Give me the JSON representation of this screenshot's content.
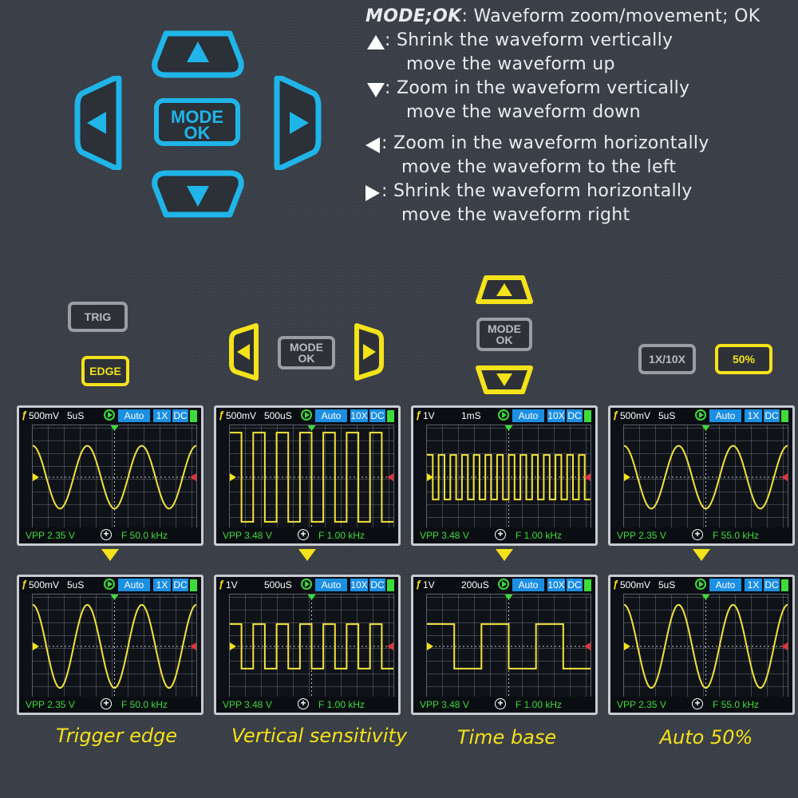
{
  "controls": {
    "mode_ok_line1": "MODE",
    "mode_ok_line2": "OK",
    "accent_blue": "#1fb5e8",
    "accent_yellow": "#f4e21a"
  },
  "legend": {
    "mode_key": "MODE;OK",
    "mode_desc": ":  Waveform zoom/movement; OK",
    "up_line1": ":  Shrink the waveform vertically",
    "up_line2": "move the waveform up",
    "down_line1": ":  Zoom in the waveform vertically",
    "down_line2": "move the waveform down",
    "left_line1": ":  Zoom in the waveform horizontally",
    "left_line2": "move the waveform to the left",
    "right_line1": ":  Shrink the waveform horizontally",
    "right_line2": "move the waveform right"
  },
  "buttons": {
    "trig": "TRIG",
    "edge": "EDGE",
    "mode1": "MODE",
    "ok1": "OK",
    "mode2": "MODE",
    "ok2": "OK",
    "probe": "1X/10X",
    "fifty": "50%"
  },
  "screens": [
    {
      "v": "500mV",
      "t": "5uS",
      "trig": "Auto",
      "probe": "1X",
      "cpl": "DC",
      "vpp": "VPP 2.35  V",
      "f": "F  50.0  kHz",
      "wave": "sine",
      "cycles": 3,
      "amp": 0.62
    },
    {
      "v": "500mV",
      "t": "500uS",
      "trig": "Auto",
      "probe": "10X",
      "cpl": "DC",
      "vpp": "VPP 3.48  V",
      "f": "F  1.00  kHz",
      "wave": "square",
      "cycles": 7,
      "amp": 0.88
    },
    {
      "v": "1V",
      "t": "1mS",
      "trig": "Auto",
      "probe": "10X",
      "cpl": "DC",
      "vpp": "VPP 3.48  V",
      "f": "F  1.00  kHz",
      "wave": "square",
      "cycles": 14,
      "amp": 0.44
    },
    {
      "v": "500mV",
      "t": "5uS",
      "trig": "Auto",
      "probe": "1X",
      "cpl": "DC",
      "vpp": "VPP 2.35  V",
      "f": "F  55.0  kHz",
      "wave": "sine",
      "cycles": 3,
      "amp": 0.62
    },
    {
      "v": "500mV",
      "t": "5uS",
      "trig": "Auto",
      "probe": "1X",
      "cpl": "DC",
      "vpp": "VPP 2.35  V",
      "f": "F  50.0  kHz",
      "wave": "sine",
      "cycles": 3,
      "amp": 0.82
    },
    {
      "v": "1V",
      "t": "500uS",
      "trig": "Auto",
      "probe": "10X",
      "cpl": "DC",
      "vpp": "VPP 3.48  V",
      "f": "F  1.00  kHz",
      "wave": "square",
      "cycles": 7,
      "amp": 0.44
    },
    {
      "v": "1V",
      "t": "200uS",
      "trig": "Auto",
      "probe": "10X",
      "cpl": "DC",
      "vpp": "VPP 3.48  V",
      "f": "F  1.00  kHz",
      "wave": "square",
      "cycles": 3,
      "amp": 0.44
    },
    {
      "v": "500mV",
      "t": "5uS",
      "trig": "Auto",
      "probe": "1X",
      "cpl": "DC",
      "vpp": "VPP 2.35  V",
      "f": "F  55.0  kHz",
      "wave": "sine",
      "cycles": 3,
      "amp": 0.82
    }
  ],
  "captions": {
    "c1": "Trigger edge",
    "c2": "Vertical sensitivity",
    "c3": "Time base",
    "c4": "Auto 50%"
  }
}
